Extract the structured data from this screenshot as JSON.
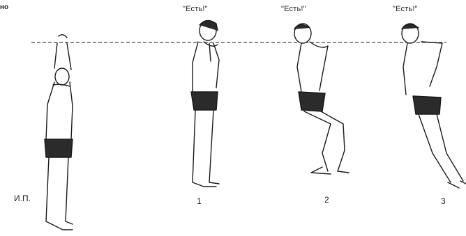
{
  "corner_text": "но",
  "commands": [
    "\"Есть!\"",
    "\"Есть!\"",
    "\"Есть!\""
  ],
  "positions": [
    "И.П.",
    "1",
    "2",
    "3"
  ],
  "colors": {
    "ink": "#1a1a1a",
    "shade": "#3a3a3a"
  }
}
